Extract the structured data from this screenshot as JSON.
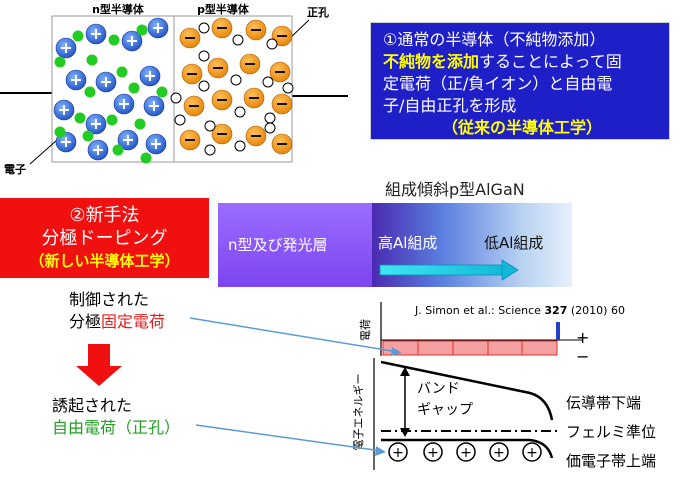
{
  "top_left": {
    "n_label": "n型半導体",
    "p_label": "p型半導体",
    "hole_label": "正孔",
    "electron_label": "電子"
  },
  "blue_box": {
    "line1": "①通常の半導体（不純物添加）",
    "line2_highlight": "不純物を添加",
    "line2_rest": "することによって固",
    "line3": "定電荷（正/負イオン）と自由電",
    "line4": "子/自由正孔を形成",
    "line5": "（従来の半導体工学）"
  },
  "red_box": {
    "line1": "②新手法",
    "line2": "分極ドーピング",
    "line3": "（新しい半導体工学）"
  },
  "gradient": {
    "title": "組成傾斜p型AlGaN",
    "left_label": "n型及び発光層",
    "high_label": "高Al組成",
    "low_label": "低Al組成"
  },
  "left_text": {
    "controlled_1": "制御された",
    "controlled_2a": "分極",
    "controlled_2b": "固定電荷",
    "induced_1": "誘起された",
    "induced_2": "自由電荷（正孔）"
  },
  "diagram": {
    "citation_pre": "J. Simon et al.: Science ",
    "citation_vol": "327",
    "citation_post": " (2010) 60",
    "charge_axis": "電荷",
    "energy_axis": "電子エネルギー",
    "plus": "+",
    "minus": "−",
    "band_1": "バンド",
    "band_2": "ギャップ",
    "conduction": "伝導帯下端",
    "fermi": "フェルミ準位",
    "valence": "価電子帯上端",
    "hole_symbol": "+"
  },
  "colors": {
    "blue_box": "#1f1fc8",
    "red_box": "#f01010",
    "highlight_yellow": "#ffff00",
    "electron_green": "#22cc22",
    "ion_blue": "#2a6ae0",
    "ion_orange": "#f0960a",
    "arrow_cyan": "#22d8e8"
  }
}
